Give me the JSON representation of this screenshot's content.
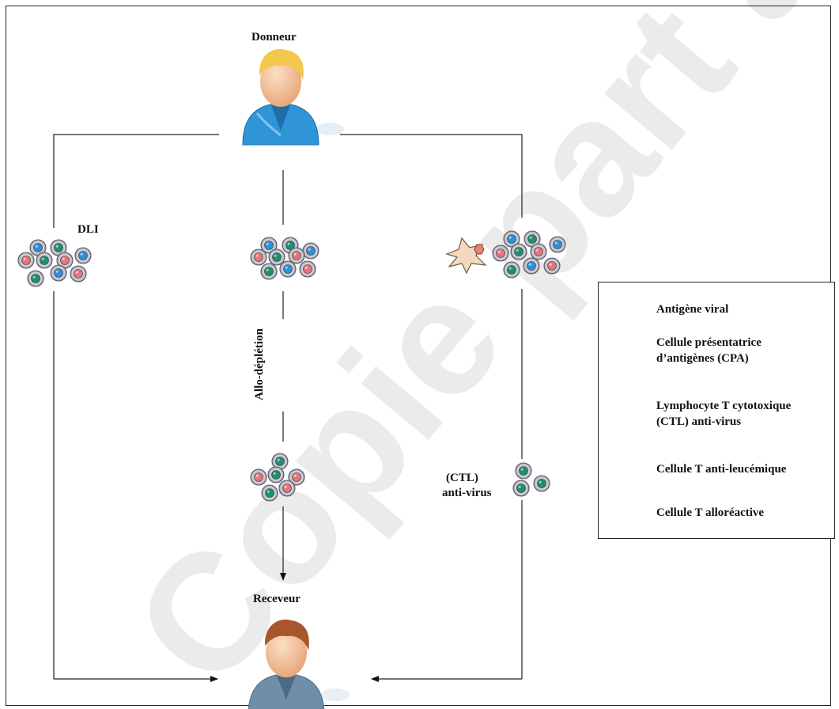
{
  "labels": {
    "donor": "Donneur",
    "recipient": "Receveur",
    "dli": "DLI",
    "allo_depletion": "Allo-déplétion",
    "ctl_line1": "(CTL)",
    "ctl_line2": "anti-virus"
  },
  "legend": {
    "viral_antigen": "Antigène viral",
    "apc_line1": "Cellule présentatrice",
    "apc_line2": "d’antigènes (CPA)",
    "ctl_line1": "Lymphocyte T cytotoxique",
    "ctl_line2": "(CTL) anti-virus",
    "anti_leukemic": "Cellule T anti-leucémique",
    "alloreactive": "Cellule T alloréactive"
  },
  "watermark": "Copie part auteur",
  "colors": {
    "ctl": "#1f8f6f",
    "anti_leukemic": "#e8747a",
    "alloreactive": "#2f8fd8",
    "antigen": "#e8836e",
    "apc": "#f4d7bf",
    "donor_shirt": "#2f95d6",
    "recipient_shirt": "#6f8fa8",
    "watermark": "#ebebeb"
  }
}
